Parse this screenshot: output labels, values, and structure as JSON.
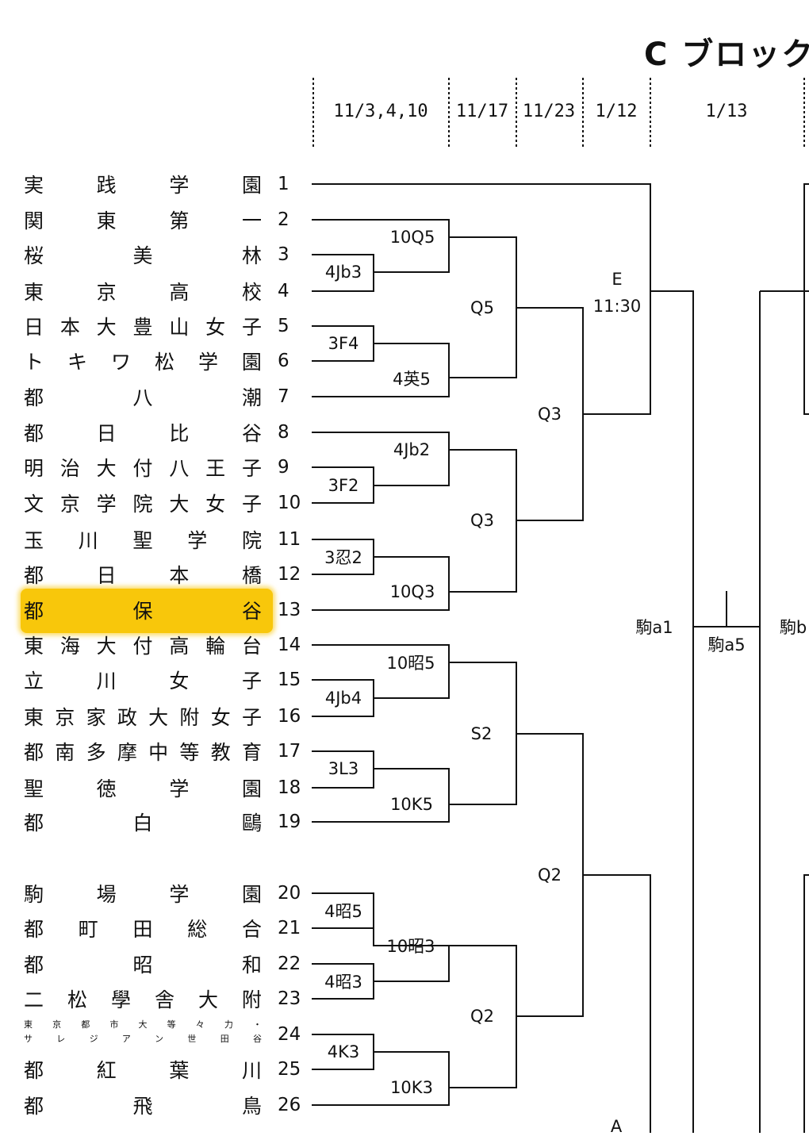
{
  "title": "C ブロック",
  "dates": [
    "11/3,4,10",
    "11/17",
    "11/23",
    "1/12",
    "1/13"
  ],
  "teams": [
    {
      "num": "1",
      "chars": [
        "実",
        "践",
        "学",
        "園"
      ]
    },
    {
      "num": "2",
      "chars": [
        "関",
        "東",
        "第",
        "一"
      ]
    },
    {
      "num": "3",
      "chars": [
        "桜",
        "美",
        "林"
      ]
    },
    {
      "num": "4",
      "chars": [
        "東",
        "京",
        "高",
        "校"
      ]
    },
    {
      "num": "5",
      "chars": [
        "日",
        "本",
        "大",
        "豊",
        "山",
        "女",
        "子"
      ]
    },
    {
      "num": "6",
      "chars": [
        "ト",
        "キ",
        "ワ",
        "松",
        "学",
        "園"
      ]
    },
    {
      "num": "7",
      "chars": [
        "都",
        "八",
        "潮"
      ]
    },
    {
      "num": "8",
      "chars": [
        "都",
        "日",
        "比",
        "谷"
      ]
    },
    {
      "num": "9",
      "chars": [
        "明",
        "治",
        "大",
        "付",
        "八",
        "王",
        "子"
      ]
    },
    {
      "num": "10",
      "chars": [
        "文",
        "京",
        "学",
        "院",
        "大",
        "女",
        "子"
      ]
    },
    {
      "num": "11",
      "chars": [
        "玉",
        "川",
        "聖",
        "学",
        "院"
      ]
    },
    {
      "num": "12",
      "chars": [
        "都",
        "日",
        "本",
        "橋"
      ]
    },
    {
      "num": "13",
      "chars": [
        "都",
        "保",
        "谷"
      ]
    },
    {
      "num": "14",
      "chars": [
        "東",
        "海",
        "大",
        "付",
        "高",
        "輪",
        "台"
      ]
    },
    {
      "num": "15",
      "chars": [
        "立",
        "川",
        "女",
        "子"
      ]
    },
    {
      "num": "16",
      "chars": [
        "東",
        "京",
        "家",
        "政",
        "大",
        "附",
        "女",
        "子"
      ]
    },
    {
      "num": "17",
      "chars": [
        "都",
        "南",
        "多",
        "摩",
        "中",
        "等",
        "教",
        "育"
      ]
    },
    {
      "num": "18",
      "chars": [
        "聖",
        "徳",
        "学",
        "園"
      ]
    },
    {
      "num": "19",
      "chars": [
        "都",
        "白",
        "鷗"
      ]
    },
    {
      "num": "20",
      "chars": [
        "駒",
        "場",
        "学",
        "園"
      ]
    },
    {
      "num": "21",
      "chars": [
        "都",
        "町",
        "田",
        "総",
        "合"
      ]
    },
    {
      "num": "22",
      "chars": [
        "都",
        "昭",
        "和"
      ]
    },
    {
      "num": "23",
      "chars": [
        "二",
        "松",
        "學",
        "舎",
        "大",
        "附"
      ]
    },
    {
      "num": "24",
      "small": true,
      "rows": [
        [
          "東",
          "京",
          "都",
          "市",
          "大",
          "等",
          "々",
          "力",
          "・"
        ],
        [
          "サ",
          "レ",
          "ジ",
          "ア",
          "ン",
          "世",
          "田",
          "谷"
        ]
      ]
    },
    {
      "num": "25",
      "chars": [
        "都",
        "紅",
        "葉",
        "川"
      ]
    },
    {
      "num": "26",
      "chars": [
        "都",
        "飛",
        "鳥"
      ]
    }
  ],
  "highlight_team": "13",
  "match_labels": {
    "r1": [
      "10Q5",
      "4Jb3",
      "3F4",
      "4英5",
      "4Jb2",
      "3F2",
      "3忍2",
      "10Q3",
      "10昭5",
      "4Jb4",
      "3L3",
      "10K5",
      "4昭5",
      "10昭3",
      "4昭3",
      "4K3",
      "10K3"
    ],
    "r2": [
      "Q5",
      "Q3",
      "S2",
      "Q2"
    ],
    "r3": [
      "Q3",
      "Q2"
    ],
    "e": [
      "E",
      "11:30"
    ],
    "venues": [
      "駒a1",
      "駒a5",
      "駒b"
    ],
    "a": "A"
  }
}
